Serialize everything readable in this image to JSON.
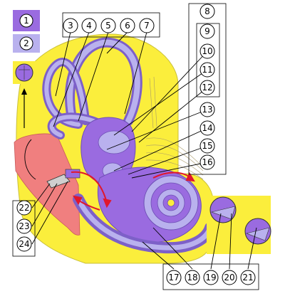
{
  "legend": [
    {
      "number": "1",
      "color": "#9a6be0"
    },
    {
      "number": "2",
      "color": "#b9b1ee"
    }
  ],
  "labels": [
    "3",
    "4",
    "5",
    "6",
    "7",
    "8",
    "9",
    "10",
    "11",
    "12",
    "13",
    "14",
    "15",
    "16",
    "17",
    "18",
    "19",
    "20",
    "21",
    "22",
    "23",
    "24"
  ],
  "colors": {
    "perilymph": "#fbee3c",
    "membranous": "#9a6be0",
    "endolymph": "#b9b1ee",
    "outer_ear": "#f07f7f",
    "arrow": "#e0172d",
    "bone": "#d8d8a0"
  }
}
